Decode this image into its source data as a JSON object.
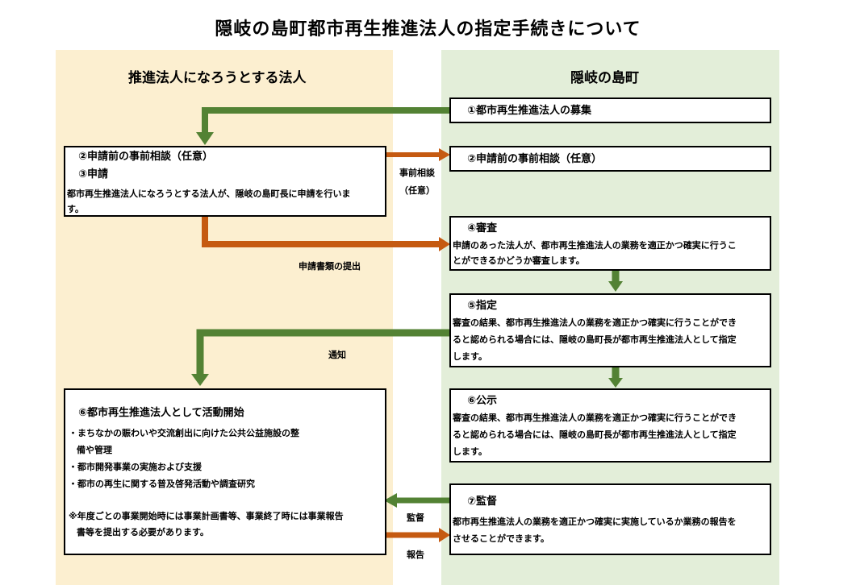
{
  "title": "隠岐の島町都市再生推進法人の指定手続きについて",
  "columns": {
    "left": "推進法人になろうとする法人",
    "right": "隠岐の島町"
  },
  "boxes": {
    "recruit": {
      "heading": "①都市再生推進法人の募集"
    },
    "consult_left": {
      "line1": "②申請前の事前相談（任意）",
      "line2": "③申請",
      "desc1": "都市再生推進法人になろうとする法人が、隠岐の島町長に申請を行いま",
      "desc2": "す。"
    },
    "consult_right": {
      "heading": "②申請前の事前相談（任意）"
    },
    "review": {
      "heading": "④審査",
      "desc1": "申請のあった法人が、都市再生推進法人の業務を適正かつ確実に行うこ",
      "desc2": "とができるかどうか審査します。"
    },
    "designate": {
      "heading": "⑤指定",
      "desc1": "審査の結果、都市再生推進法人の業務を適正かつ確実に行うことができ",
      "desc2": "ると認められる場合には、隠岐の島町長が都市再生推進法人として指定",
      "desc3": "します。"
    },
    "activity": {
      "heading": "⑥都市再生推進法人として活動開始",
      "item1a": "・まちなかの賑わいや交流創出に向けた公共公益施設の整",
      "item1b": "備や管理",
      "item2": "・都市開発事業の実施および支援",
      "item3": "・都市の再生に関する普及啓発活動や調査研究",
      "note1": "※年度ごとの事業開始時には事業計画書等、事業終了時には事業報告",
      "note2": "書等を提出する必要があります。"
    },
    "publish": {
      "heading": "⑥公示",
      "desc1": "審査の結果、都市再生推進法人の業務を適正かつ確実に行うことができ",
      "desc2": "ると認められる場合には、隠岐の島町長が都市再生推進法人として指定",
      "desc3": "します。"
    },
    "supervise": {
      "heading": "⑦監督",
      "desc1": "都市再生推進法人の業務を適正かつ確実に実施しているか業務の報告を",
      "desc2": "させることができます。"
    }
  },
  "arrow_labels": {
    "consult_a": "事前相談",
    "consult_b": "（任意）",
    "submit": "申請書類の提出",
    "notify": "通知",
    "supervise": "監督",
    "report": "報告"
  },
  "colors": {
    "green_arrow": "#538234",
    "orange_arrow": "#c55a11",
    "left_bg": "#fcefd0",
    "right_bg": "#e3eed9"
  }
}
